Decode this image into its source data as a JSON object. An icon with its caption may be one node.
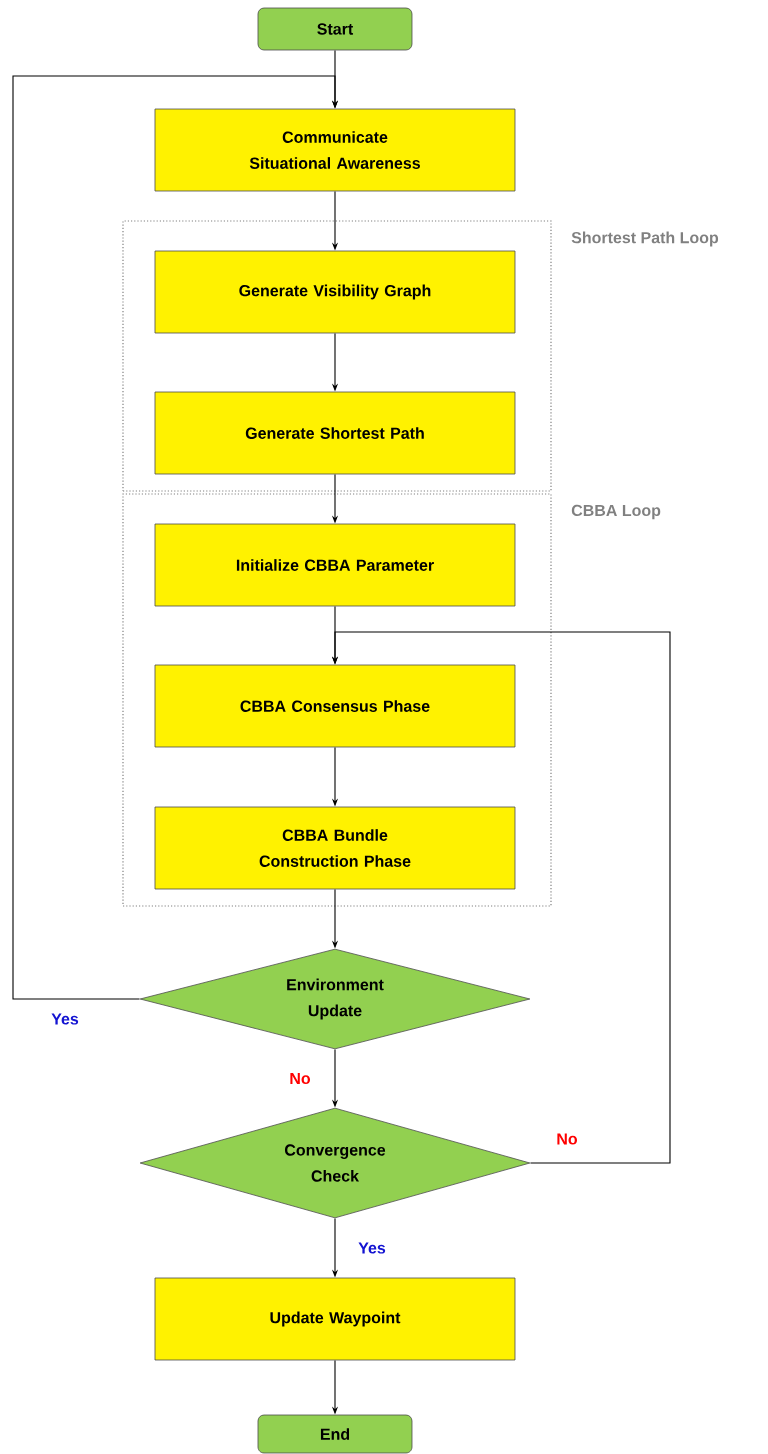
{
  "diagram": {
    "nodes": [
      {
        "text": [
          "Start"
        ]
      },
      {
        "text": [
          "Communicate Situational Awareness"
        ]
      },
      {
        "text": [
          "Shortest Path Loop"
        ]
      },
      {
        "text": [
          "Generate Visibility Graph"
        ],
        "in": 2
      },
      {
        "text": [
          "Generate Shortest Path"
        ],
        "in": 2
      },
      {
        "text": [
          "CBBA Loop"
        ]
      },
      {
        "text": [
          "Initialize CBBA Parameter"
        ],
        "in": 5
      },
      {
        "text": [
          "CBBA Consensus Phase"
        ],
        "in": 5
      },
      {
        "text": [
          "CBBA Bundle Construction Phase"
        ],
        "in": 5
      },
      {
        "text": [
          "Environment Update"
        ]
      },
      {
        "text": [
          "Convergence Check"
        ]
      },
      {
        "text": [
          "Update Waypoint"
        ]
      },
      {
        "text": [
          "End"
        ]
      }
    ],
    "edges": [
      {
        "from": 0,
        "to": 1,
        "arrow": "to"
      },
      {
        "from": 1,
        "to": 3,
        "arrow": "to"
      },
      {
        "from": 3,
        "to": 4,
        "arrow": "to"
      },
      {
        "from": 4,
        "to": 6,
        "arrow": "to"
      },
      {
        "from": 6,
        "to": 7,
        "arrow": "to"
      },
      {
        "from": 7,
        "to": 8,
        "arrow": "to"
      },
      {
        "from": 8,
        "to": 9,
        "arrow": "to"
      },
      {
        "from": 9,
        "to": 1,
        "arrow": "to",
        "label": "Yes"
      },
      {
        "from": 9,
        "to": 10,
        "arrow": "to",
        "label": "No"
      },
      {
        "from": 10,
        "to": 7,
        "arrow": "to",
        "label": "No"
      },
      {
        "from": 10,
        "to": 11,
        "arrow": "to",
        "label": "Yes"
      },
      {
        "from": 11,
        "to": 12,
        "arrow": "to"
      }
    ]
  }
}
